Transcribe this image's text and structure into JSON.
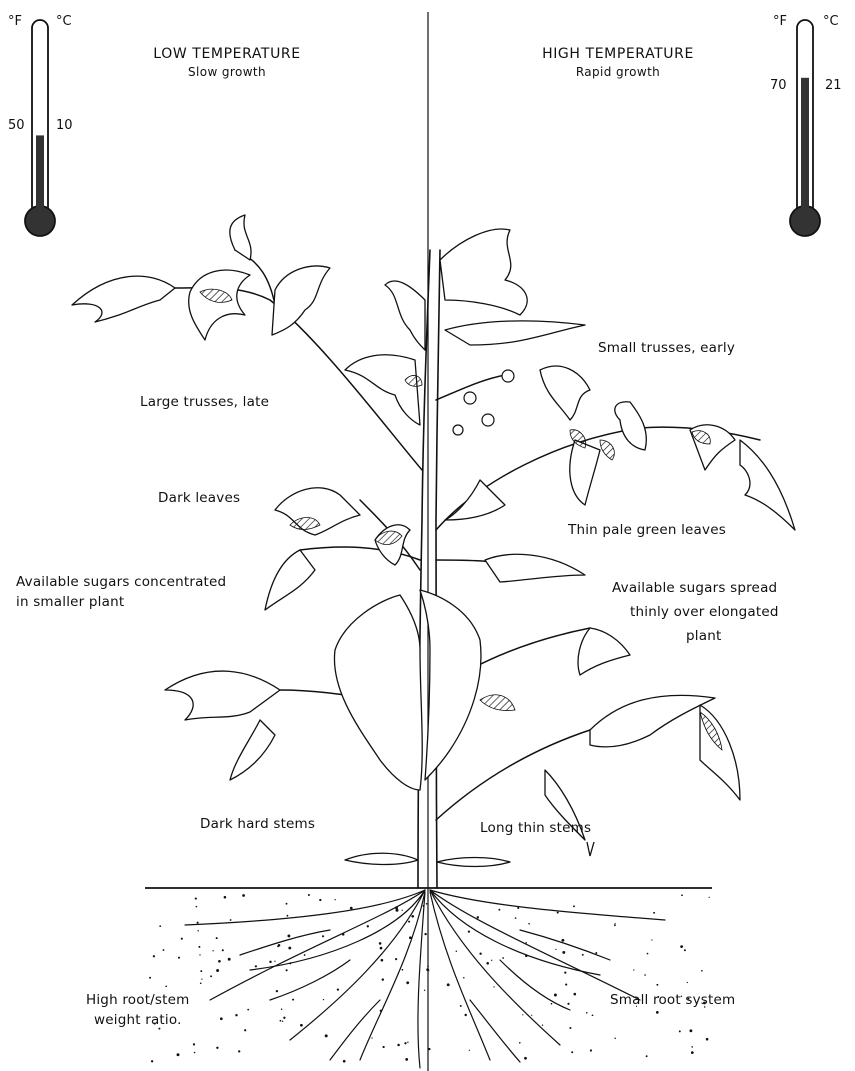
{
  "colors": {
    "ink": "#111111",
    "paper": "#ffffff",
    "mercury": "#333333"
  },
  "left": {
    "heading": "LOW TEMPERATURE",
    "subheading": "Slow growth",
    "thermometer": {
      "unit_f": "°F",
      "unit_c": "°C",
      "reading_f": "50",
      "reading_c": "10",
      "fill_fraction": 0.42
    },
    "labels": {
      "trusses": "Large trusses, late",
      "leaves": "Dark leaves",
      "sugars_line1": "Available sugars concentrated",
      "sugars_line2": "in smaller plant",
      "stems": "Dark hard stems",
      "roots_line1": "High root/stem",
      "roots_line2": "weight ratio."
    }
  },
  "right": {
    "heading": "HIGH TEMPERATURE",
    "subheading": "Rapid growth",
    "thermometer": {
      "unit_f": "°F",
      "unit_c": "°C",
      "reading_f": "70",
      "reading_c": "21",
      "fill_fraction": 0.72
    },
    "labels": {
      "trusses": "Small trusses, early",
      "leaves": "Thin pale green leaves",
      "sugars_line1": "Available sugars spread",
      "sugars_line2": "thinly over elongated",
      "sugars_line3": "plant",
      "stems": "Long thin stems",
      "roots": "Small root system"
    }
  }
}
